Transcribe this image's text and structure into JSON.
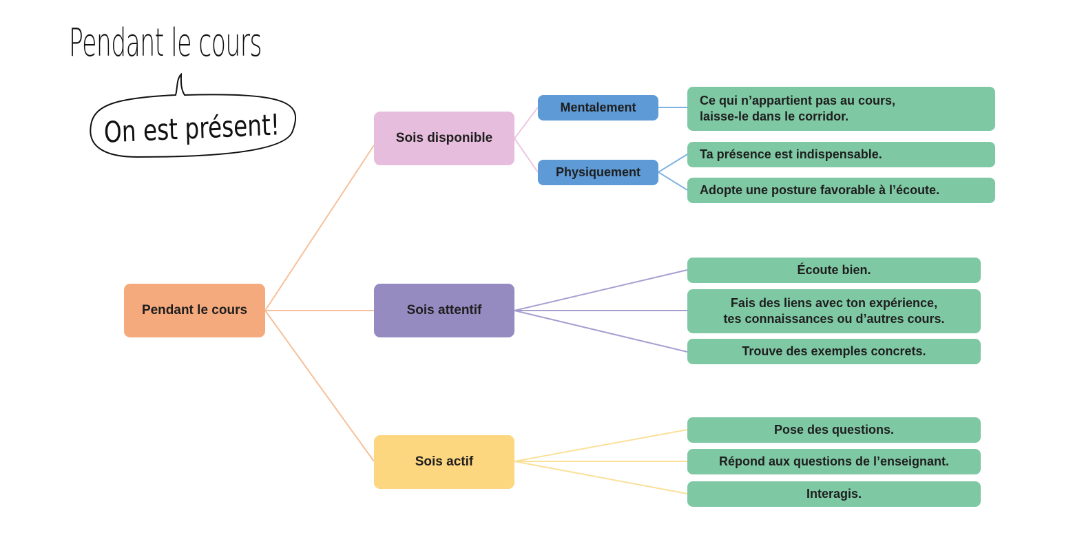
{
  "heading": "Pendant le cours",
  "bubble_text": "On est présent!",
  "colors": {
    "root": "#f5aa7e",
    "disponible": "#e6bddc",
    "attentif": "#958bc1",
    "actif": "#fdd680",
    "sub": "#5d9ad6",
    "leaf": "#7fc8a4",
    "line_root": "#f6c09a",
    "line_disponible": "#ecc7e2",
    "line_sub": "#7fb3e3",
    "line_attentif": "#a79ed0",
    "line_actif": "#fbe09a"
  },
  "mindmap": {
    "root": "Pendant le cours",
    "branches": [
      {
        "label": "Sois disponible",
        "children": [
          {
            "label": "Mentalement",
            "items": [
              "Ce qui n’appartient pas au cours,\nlaisse-le dans le corridor."
            ]
          },
          {
            "label": "Physiquement",
            "items": [
              "Ta présence est indispensable.",
              "Adopte une posture favorable à l’écoute."
            ]
          }
        ]
      },
      {
        "label": "Sois attentif",
        "items": [
          "Écoute bien.",
          "Fais des liens avec ton expérience,\ntes connaissances ou d’autres cours.",
          "Trouve des exemples concrets."
        ]
      },
      {
        "label": "Sois actif",
        "items": [
          "Pose des questions.",
          "Répond aux questions de l’enseignant.",
          "Interagis."
        ]
      }
    ]
  }
}
